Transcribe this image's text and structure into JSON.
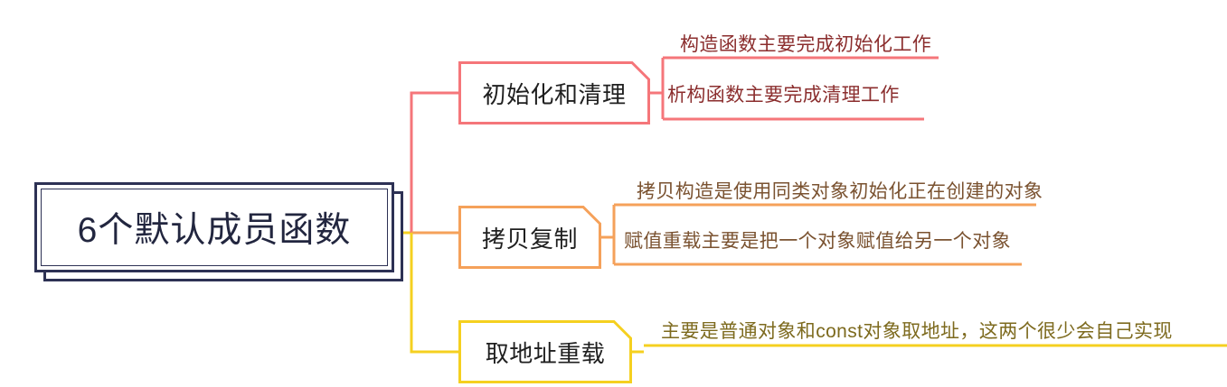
{
  "diagram": {
    "type": "mindmap",
    "title": "6个默认成员函数",
    "orientation": "left-to-right",
    "background": "#ffffff",
    "root": {
      "label": "6个默认成员函数",
      "border_color": "#2D3154",
      "text_color": "#22263F"
    },
    "branches": [
      {
        "label": "初始化和清理",
        "color": "#F5767A",
        "text_color": "#1f1f1f",
        "leaf_text_color": "#8B2E2E",
        "leaves": [
          {
            "text": "构造函数主要完成初始化工作"
          },
          {
            "text": "析构函数主要完成清理工作"
          }
        ]
      },
      {
        "label": "拷贝复制",
        "color": "#F5A košice",
        "text_color": "#1f1f1f",
        "leaf_text_color": "#7A5230",
        "leaves": [
          {
            "text": "拷贝构造是使用同类对象初始化正在创建的对象"
          },
          {
            "text": "赋值重载主要是把一个对象赋值给另一个对象"
          }
        ]
      },
      {
        "label": "取地址重载",
        "color": "#F5D020",
        "text_color": "#1f1f1f",
        "leaf_text_color": "#7D6A1E",
        "leaves": [
          {
            "text": "主要是普通对象和const对象取地址，这两个很少会自己实现"
          }
        ]
      }
    ],
    "palette": {
      "red": "#F5767A",
      "orange": "#F5A15A",
      "yellow": "#F5D020",
      "navy": "#2D3154"
    }
  }
}
